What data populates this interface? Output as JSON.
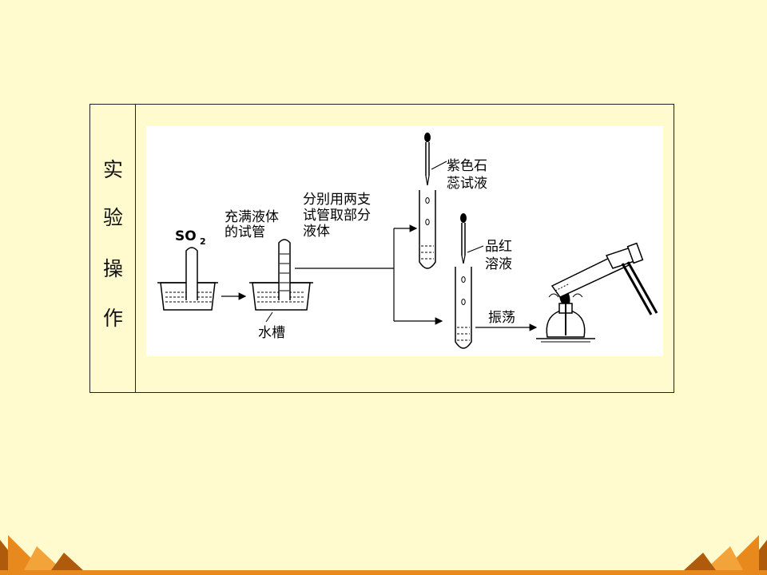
{
  "row_label": {
    "chars": [
      "实",
      "验",
      "操",
      "作"
    ]
  },
  "diagram": {
    "so2_label": "SO",
    "so2_subscript": "2",
    "filled_tube_label": [
      "充满液体",
      "的试管"
    ],
    "trough_label": "水槽",
    "split_label": [
      "分别用两支",
      "试管取部分",
      "液体"
    ],
    "litmus_label": [
      "紫色石",
      "蕊试液"
    ],
    "magenta_label": [
      "品红",
      "溶液"
    ],
    "shake_label": "振荡"
  },
  "colors": {
    "background": "#fffbcf",
    "border": "#222222",
    "decor_orange": "#e8891e",
    "decor_dark": "#b05a0c"
  }
}
